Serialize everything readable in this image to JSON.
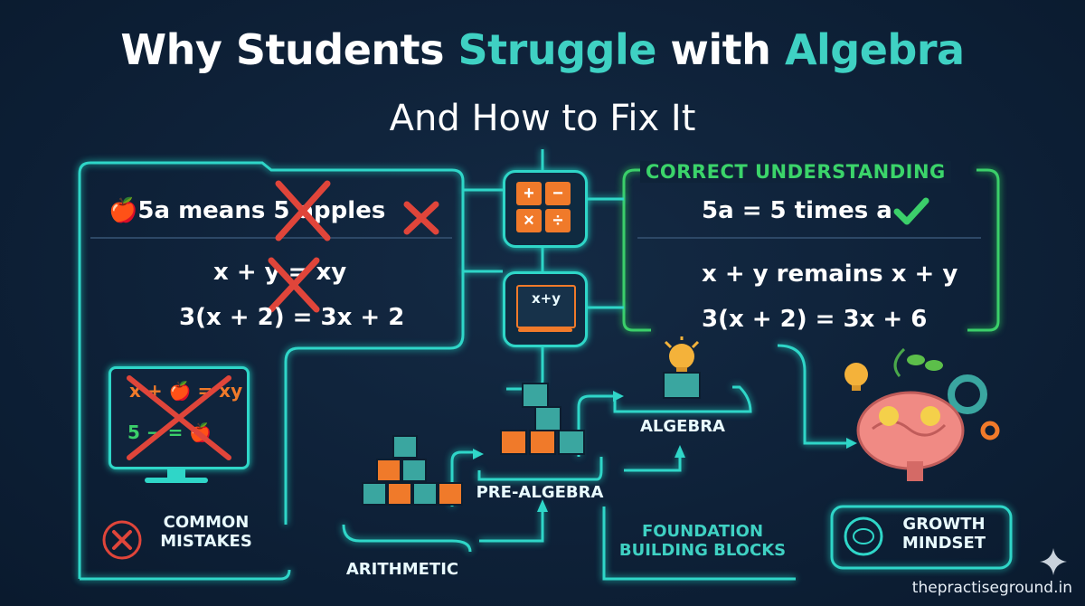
{
  "title": {
    "part1": "Why Students ",
    "highlight1": "Struggle",
    "part2": " with ",
    "highlight2": "Algebra"
  },
  "subtitle": "And How to Fix It",
  "mistakes_panel": {
    "line1": "5a means 5 apples",
    "line2": "x + y = xy",
    "line3": "3(x + 2) = 3x + 2",
    "badge_label_line1": "COMMON",
    "badge_label_line2": "MISTAKES",
    "screen_line1": "x + 🍎 = xy",
    "screen_line2": "5 − = 🍎",
    "icons": [
      "apple-icon",
      "red-x-icon",
      "monitor-icon",
      "close-circle-icon"
    ]
  },
  "center_icons": {
    "calculator": [
      "+",
      "−",
      "×",
      "÷"
    ],
    "board_text": "x+y"
  },
  "correct_panel": {
    "heading": "CORRECT UNDERSTANDING",
    "line1": "5a = 5 times a",
    "line2": "x + y remains x + y",
    "line3": "3(x + 2) = 3x + 6"
  },
  "blocks": {
    "arithmetic": "ARITHMETIC",
    "pre_algebra": "PRE-ALGEBRA",
    "algebra": "ALGEBRA",
    "foundation_line1": "FOUNDATION",
    "foundation_line2": "BUILDING BLOCKS"
  },
  "growth": {
    "label_line1": "GROWTH",
    "label_line2": "MINDSET"
  },
  "watermark": "thepractiseground.in",
  "colors": {
    "background": "#0e2138",
    "teal": "#2fd6c8",
    "green": "#3bcf6a",
    "red": "#e0453a",
    "orange": "#f07a2a"
  }
}
